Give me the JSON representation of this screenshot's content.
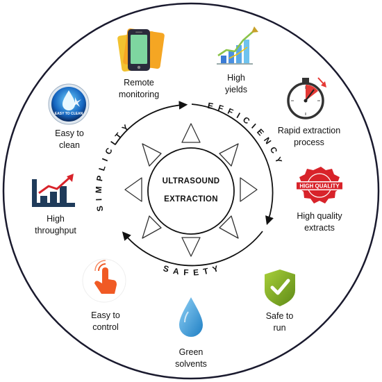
{
  "center": {
    "line1": "ULTRASOUND",
    "line2": "EXTRACTION"
  },
  "arc_words": {
    "efficiency": "EFFICIENCY",
    "safety": "SAFETY",
    "simplicity": "SIMPLICITY"
  },
  "items": [
    {
      "id": "remote",
      "label": "Remote\nmonitoring",
      "icon": "smartphone-icon"
    },
    {
      "id": "yields",
      "label": "High\nyields",
      "icon": "growth-chart-icon"
    },
    {
      "id": "rapid",
      "label": "Rapid extraction\nprocess",
      "icon": "stopwatch-icon"
    },
    {
      "id": "quality",
      "label": "High quality\nextracts",
      "icon": "quality-seal-icon"
    },
    {
      "id": "safe",
      "label": "Safe to\nrun",
      "icon": "shield-check-icon"
    },
    {
      "id": "green",
      "label": "Green\nsolvents",
      "icon": "water-drop-icon"
    },
    {
      "id": "control",
      "label": "Easy to\ncontrol",
      "icon": "touch-hand-icon"
    },
    {
      "id": "throughput",
      "label": "High\nthroughput",
      "icon": "bar-chart-icon"
    },
    {
      "id": "clean",
      "label": "Easy to\nclean",
      "icon": "easy-clean-badge-icon"
    }
  ],
  "icon_text": {
    "clean_badge": "EASY TO CLEAN",
    "quality_seal": "HIGH QUALITY"
  },
  "colors": {
    "outline": "#1a1a2e",
    "accent_red": "#d8232a",
    "shield_green": "#8ab528",
    "drop_blue": "#4aa3df",
    "hand_orange": "#f05a24",
    "phone_green": "#7ed6a0",
    "chart_navy": "#1f3b5a"
  }
}
